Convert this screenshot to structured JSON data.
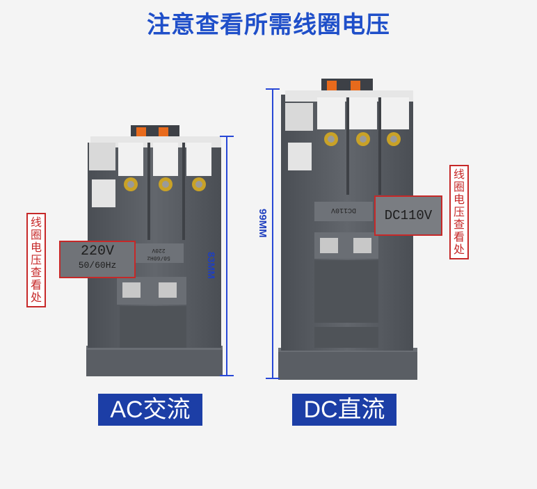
{
  "title": "注意查看所需线圈电压",
  "ac": {
    "voltage": "220V",
    "freq": "50/60Hz",
    "plate_text": "220V",
    "plate_sub": "50/60Hz",
    "height": "83MM",
    "note": "线圈电压查看处",
    "label": "AC交流"
  },
  "dc": {
    "voltage": "DC110V",
    "plate_text": "DC110V",
    "height": "99MM",
    "note": "线圈电压查看处",
    "label": "DC直流"
  },
  "colors": {
    "title": "#1f4fc9",
    "label_bg": "#1c3ea6",
    "note_border": "#c62828",
    "body": "#55595f",
    "dim_line": "#2747d6"
  }
}
